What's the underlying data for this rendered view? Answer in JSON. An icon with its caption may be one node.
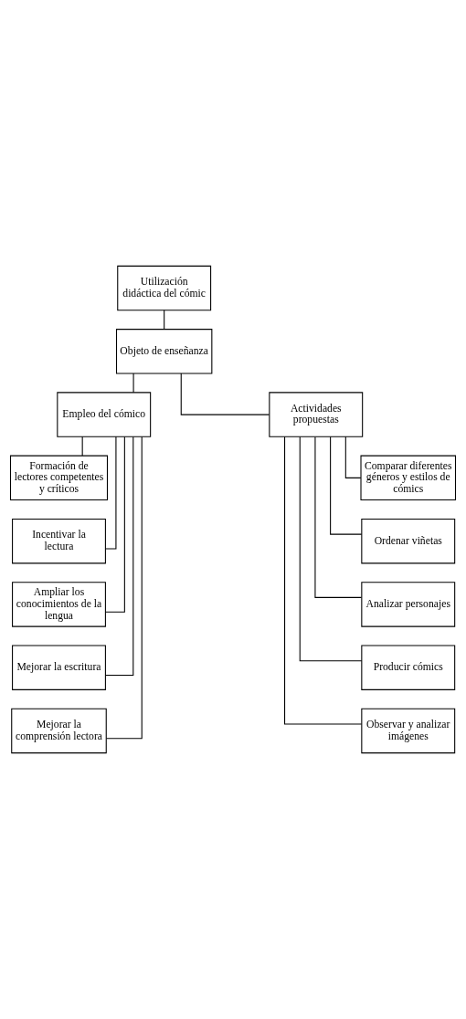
{
  "diagram": {
    "nodes": [
      {
        "text": [
          "Utilización didáctica del cómic"
        ]
      },
      {
        "text": [
          "Objeto de enseñanza"
        ]
      },
      {
        "text": [
          "Empleo del cómico"
        ]
      },
      {
        "text": [
          "Actividades propuestas"
        ]
      },
      {
        "text": [
          "Formación de lectores competentes y críticos"
        ]
      },
      {
        "text": [
          "Incentivar la lectura"
        ]
      },
      {
        "text": [
          "Ampliar los conocimientos de la lengua"
        ]
      },
      {
        "text": [
          "Mejorar la escritura"
        ]
      },
      {
        "text": [
          "Mejorar la comprensión lectora"
        ]
      },
      {
        "text": [
          "Comparar diferentes géneros y estilos de cómics"
        ]
      },
      {
        "text": [
          "Ordenar viñetas"
        ]
      },
      {
        "text": [
          "Analizar personajes"
        ]
      },
      {
        "text": [
          "Producir cómics"
        ]
      },
      {
        "text": [
          "Observar y analizar imágenes"
        ]
      }
    ],
    "edges": [
      {
        "from": 0,
        "to": 1,
        "arrow": "none"
      },
      {
        "from": 1,
        "to": 2,
        "arrow": "none"
      },
      {
        "from": 1,
        "to": 3,
        "arrow": "none"
      },
      {
        "from": 2,
        "to": 4,
        "arrow": "none"
      },
      {
        "from": 2,
        "to": 5,
        "arrow": "none"
      },
      {
        "from": 2,
        "to": 6,
        "arrow": "none"
      },
      {
        "from": 2,
        "to": 7,
        "arrow": "none"
      },
      {
        "from": 2,
        "to": 8,
        "arrow": "none"
      },
      {
        "from": 3,
        "to": 9,
        "arrow": "none"
      },
      {
        "from": 3,
        "to": 10,
        "arrow": "none"
      },
      {
        "from": 3,
        "to": 11,
        "arrow": "none"
      },
      {
        "from": 3,
        "to": 12,
        "arrow": "none"
      },
      {
        "from": 3,
        "to": 13,
        "arrow": "none"
      }
    ]
  }
}
